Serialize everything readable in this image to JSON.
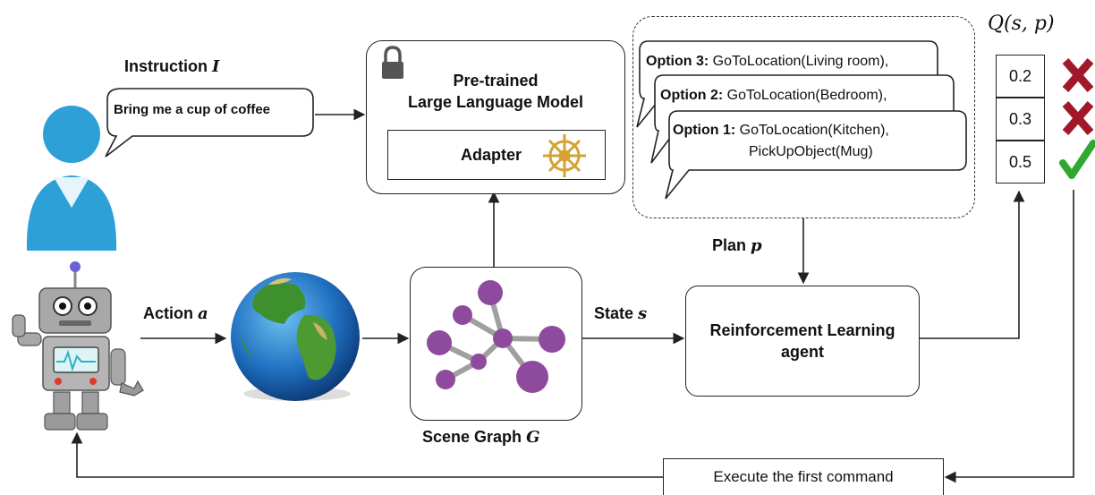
{
  "instruction": {
    "label": "Instruction",
    "symbol": "I",
    "text": "Bring me a cup of coffee"
  },
  "llm": {
    "title_line1": "Pre-trained",
    "title_line2": "Large Language Model",
    "adapter_label": "Adapter"
  },
  "options": [
    {
      "label": "Option 3:",
      "line1": "GoToLocation(Living room),"
    },
    {
      "label": "Option 2:",
      "line1": "GoToLocation(Bedroom),"
    },
    {
      "label": "Option 1:",
      "line1": "GoToLocation(Kitchen),",
      "line2": "PickUpObject(Mug)"
    }
  ],
  "q_header": "Q(s, p)",
  "q_values": [
    "0.2",
    "0.3",
    "0.5"
  ],
  "plan": {
    "label": "Plan",
    "symbol": "p"
  },
  "action": {
    "label": "Action",
    "symbol": "a"
  },
  "state": {
    "label": "State",
    "symbol": "s"
  },
  "rl_agent": {
    "line1": "Reinforcement Learning",
    "line2": "agent"
  },
  "scene_graph": {
    "label": "Scene Graph",
    "symbol": "G"
  },
  "execute": {
    "label": "Execute the first command"
  },
  "colors": {
    "graph_node": "#8e4a9c",
    "graph_edge": "#a0a0a0",
    "reject": "#a1182b",
    "accept": "#2ea82e",
    "user": "#2ea0d8"
  }
}
